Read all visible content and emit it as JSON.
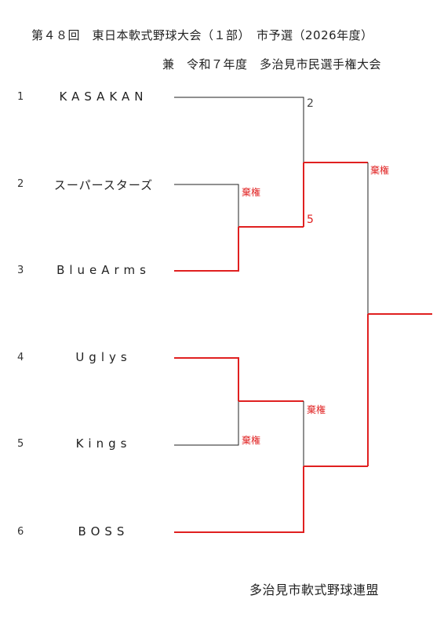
{
  "header": {
    "line1": "第４８回　東日本軟式野球大会（１部）　市予選（2026年度）",
    "line2": "兼　令和７年度　多治見市民選手権大会"
  },
  "teams": [
    {
      "seed": "1",
      "name": "KASAKAN"
    },
    {
      "seed": "2",
      "name": "スーパースターズ"
    },
    {
      "seed": "3",
      "name": "BlueArms"
    },
    {
      "seed": "4",
      "name": "Uglys"
    },
    {
      "seed": "5",
      "name": "Kings"
    },
    {
      "seed": "6",
      "name": "BOSS"
    }
  ],
  "results": {
    "r1_top_forfeit": "棄権",
    "r1_bottom_forfeit": "棄権",
    "sf_top_score_team1": "2",
    "sf_top_score_team3": "5",
    "sf_bottom_forfeit": "棄権",
    "final_forfeit": "棄権"
  },
  "colors": {
    "winner_line": "#e02020",
    "loser_line": "#222222"
  },
  "footer": {
    "organizer": "多治見市軟式野球連盟"
  }
}
